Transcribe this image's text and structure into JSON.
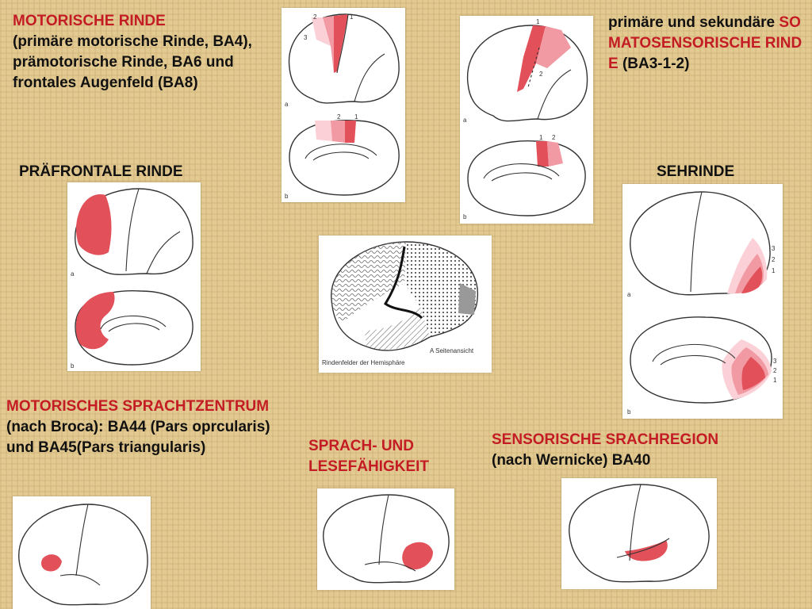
{
  "motor": {
    "title": "MOTORISCHE RINDE",
    "desc": "(primäre motorische Rinde, BA4), prämotorische Rinde, BA6 und frontales Augenfeld (BA8)"
  },
  "somato": {
    "pre": "primäre und sekundäre ",
    "title": "SOMATOSENSORISCHE RINDE",
    "post": " (BA3-1-2)"
  },
  "prefrontal": {
    "title": "PRÄFRONTALE RINDE"
  },
  "visual": {
    "title": "SEHRINDE BA17-19"
  },
  "broca": {
    "title": "MOTORISCHES SPRACHTZENTRUM",
    "desc": " (nach Broca): BA44 (Pars oprcularis) und BA45(Pars triangularis)"
  },
  "reading": {
    "title": "SPRACH- UND LESEFÄHIGKEIT"
  },
  "wernicke": {
    "title": "SENSORISCHE  SRACHREGION",
    "desc": "(nach Wernicke) BA40"
  },
  "panel_labels": {
    "a": "a",
    "b": "b",
    "n1": "1",
    "n2": "2",
    "n3": "3",
    "caption_right": "A  Seitenansicht",
    "caption_left": "Rindenfelder der Hemisphäre"
  },
  "colors": {
    "highlight": "#e2505a",
    "light": "#f29aa3",
    "text_red": "#c41c24"
  }
}
